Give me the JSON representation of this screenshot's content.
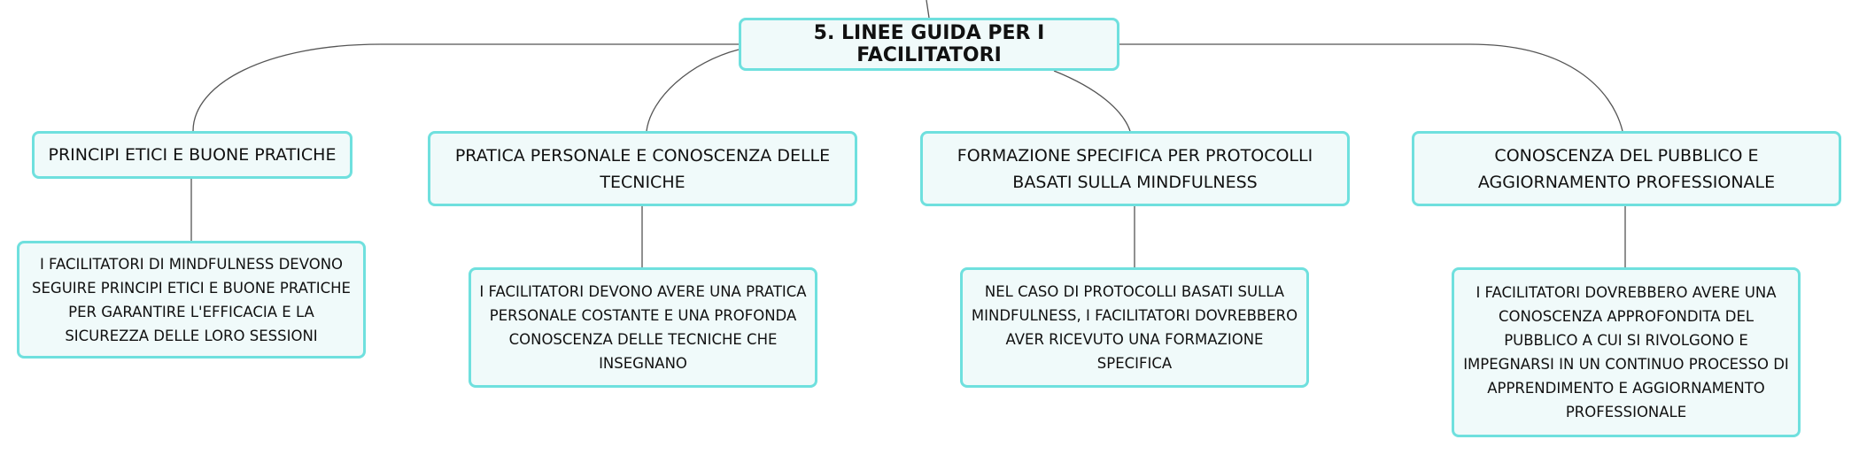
{
  "root": {
    "label": "5. LINEE GUIDA PER I FACILITATORI"
  },
  "branches": [
    {
      "title": "PRINCIPI ETICI E BUONE PRATICHE",
      "detail": "I FACILITATORI DI MINDFULNESS DEVONO SEGUIRE PRINCIPI ETICI E BUONE PRATICHE PER GARANTIRE L'EFFICACIA E LA SICUREZZA DELLE LORO SESSIONI"
    },
    {
      "title": "PRATICA PERSONALE E CONOSCENZA DELLE TECNICHE",
      "detail": "I FACILITATORI DEVONO AVERE UNA PRATICA PERSONALE COSTANTE E UNA PROFONDA CONOSCENZA DELLE TECNICHE CHE INSEGNANO"
    },
    {
      "title": "FORMAZIONE SPECIFICA PER PROTOCOLLI BASATI SULLA MINDFULNESS",
      "detail": "NEL CASO DI PROTOCOLLI BASATI SULLA MINDFULNESS, I FACILITATORI DOVREBBERO AVER RICEVUTO UNA FORMAZIONE SPECIFICA"
    },
    {
      "title": "CONOSCENZA DEL PUBBLICO E AGGIORNAMENTO PROFESSIONALE",
      "detail": "I FACILITATORI DOVREBBERO AVERE UNA CONOSCENZA APPROFONDITA DEL PUBBLICO A CUI SI RIVOLGONO E IMPEGNARSI IN UN CONTINUO PROCESSO DI APPRENDIMENTO E AGGIORNAMENTO PROFESSIONALE"
    }
  ]
}
